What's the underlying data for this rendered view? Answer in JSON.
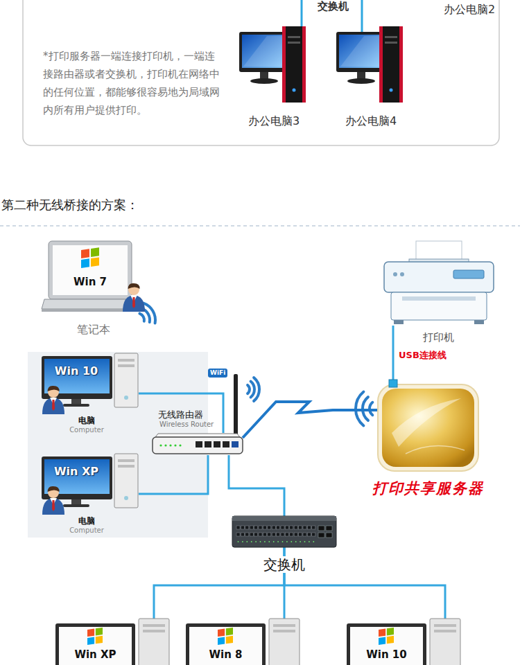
{
  "diagram": {
    "title": "第二种无线桥接的方案：",
    "nodes": [
      {
        "text": [
          "办公电脑3"
        ]
      },
      {
        "text": [
          "办公电脑4"
        ]
      },
      {
        "text": [
          "Win 7",
          "笔记本"
        ]
      },
      {
        "text": [
          "打印机"
        ]
      },
      {
        "text": [
          "Win 10",
          "电脑",
          "Computer"
        ]
      },
      {
        "text": [
          "WiFi",
          "无线路由器",
          "Wireless Router"
        ]
      },
      {
        "text": [
          "打印共享服务器"
        ]
      },
      {
        "text": [
          "Win XP",
          "电脑",
          "Computer"
        ]
      },
      {
        "text": [
          "交换机"
        ]
      },
      {
        "text": [
          "Win XP"
        ]
      },
      {
        "text": [
          "Win 8"
        ]
      },
      {
        "text": [
          "Win 10"
        ]
      }
    ],
    "edges": [
      {
        "from": 4,
        "to": 5,
        "arrow": "none"
      },
      {
        "from": 7,
        "to": 5,
        "arrow": "none"
      },
      {
        "from": 5,
        "to": 8,
        "arrow": "none"
      },
      {
        "from": 8,
        "to": 9,
        "arrow": "none"
      },
      {
        "from": 8,
        "to": 10,
        "arrow": "none"
      },
      {
        "from": 8,
        "to": 11,
        "arrow": "none"
      },
      {
        "from": 3,
        "to": 6,
        "label": "USB连接线",
        "arrow": "none"
      },
      {
        "from": 5,
        "to": 6,
        "arrow": "none"
      }
    ],
    "labels": [
      "交换机",
      "办公电脑2",
      "*打印服务器一端连接打印机，一端连 接路由器或者交换机，打印机在网络中 的任何位置，都能够很容易地为局域网 内所有用户提供打印。"
    ]
  }
}
